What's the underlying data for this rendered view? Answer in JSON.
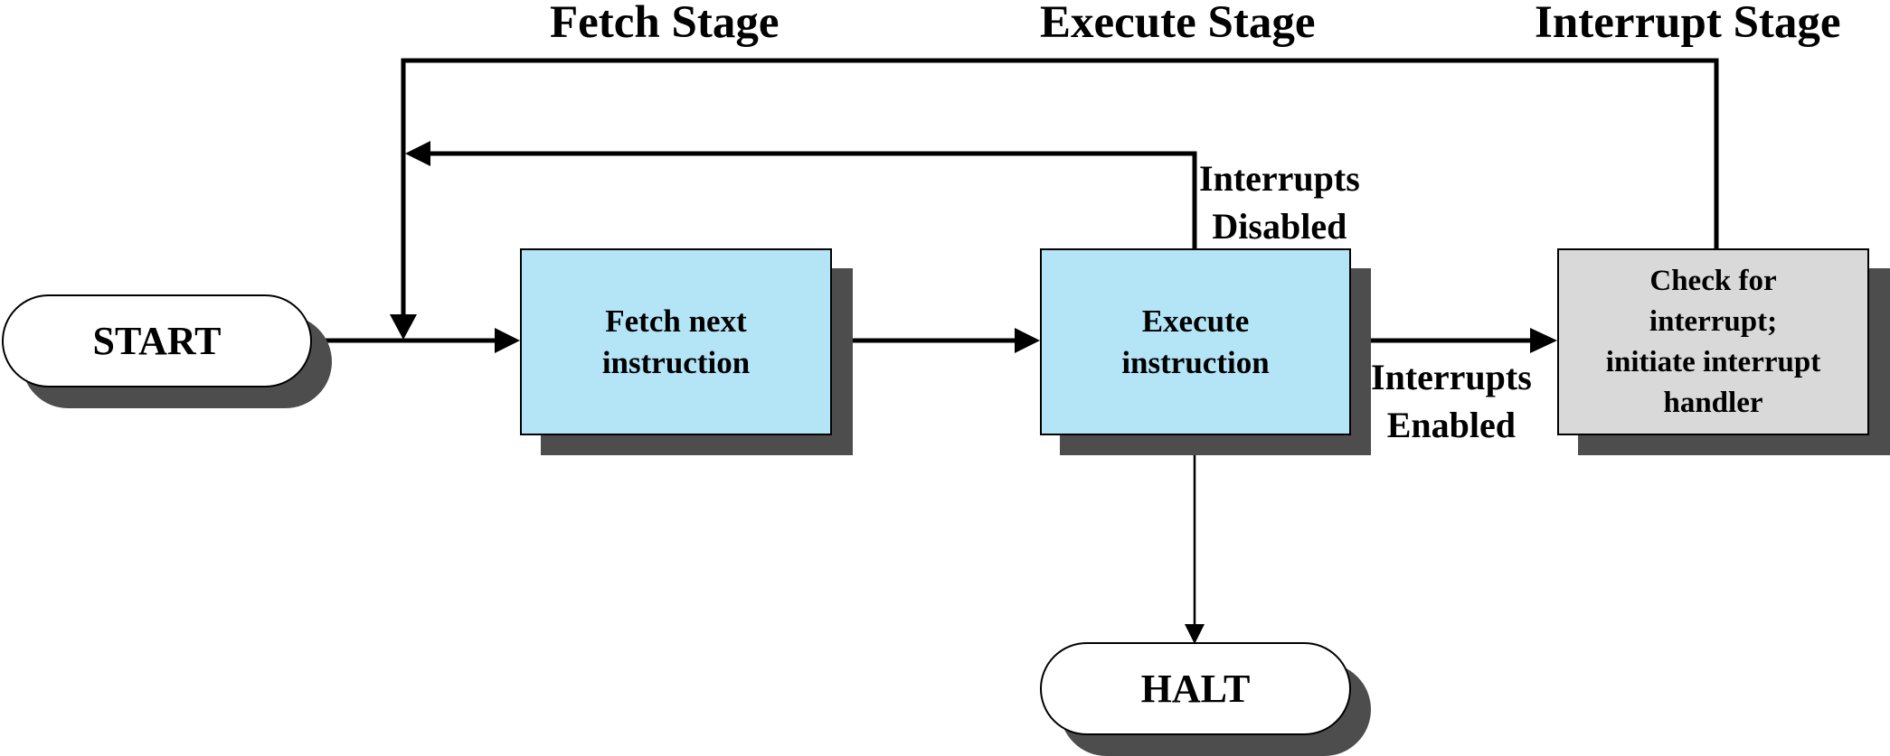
{
  "stages": {
    "fetch": "Fetch Stage",
    "execute": "Execute Stage",
    "interrupt": "Interrupt Stage"
  },
  "nodes": {
    "start": "START",
    "fetch": "Fetch next\ninstruction",
    "execute": "Execute\ninstruction",
    "interrupt": "Check for\ninterrupt;\ninitiate interrupt\nhandler",
    "halt": "HALT"
  },
  "edge_labels": {
    "disabled": "Interrupts\nDisabled",
    "enabled": "Interrupts\nEnabled"
  },
  "colors": {
    "process_fill": "#b3e5f7",
    "interrupt_fill": "#d9d9d9",
    "shadow": "#4d4d4d",
    "terminal_fill": "#ffffff"
  }
}
